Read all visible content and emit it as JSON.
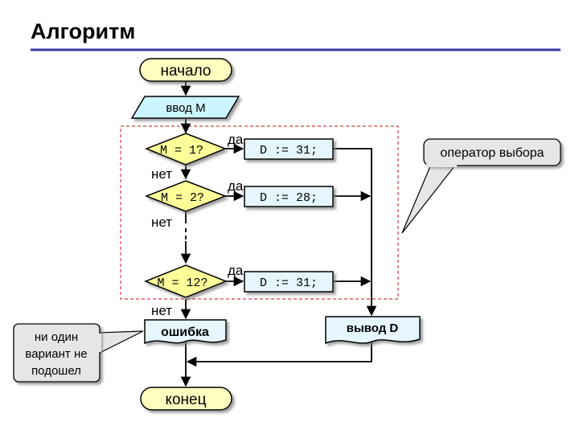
{
  "title": "Алгоритм",
  "colors": {
    "title_rule": "#3a3aa0",
    "start_end_fill": "#ffffc0",
    "decision_fill": "#ffff99",
    "process_fill": "#e6f6ff",
    "io_fill": "#ccf5ff",
    "region_border": "#d04040",
    "callout_fill": "#e6e6e6",
    "line": "#000000"
  },
  "flowchart": {
    "start": "начало",
    "input": "ввод M",
    "decision_1": "M = 1?",
    "decision_2": "M = 2?",
    "decision_3": "M = 12?",
    "assign_1": "D := 31;",
    "assign_2": "D := 28;",
    "assign_3": "D := 31;",
    "yes_1": "да",
    "yes_2": "да",
    "yes_3": "да",
    "no_1": "нет",
    "no_2": "нет",
    "no_3": "нет",
    "error": "ошибка",
    "output": "вывод D",
    "end": "конец",
    "callout_selector": "оператор выбора",
    "callout_none": {
      "line1": "ни один",
      "line2": "вариант не",
      "line3": "подошел"
    }
  }
}
